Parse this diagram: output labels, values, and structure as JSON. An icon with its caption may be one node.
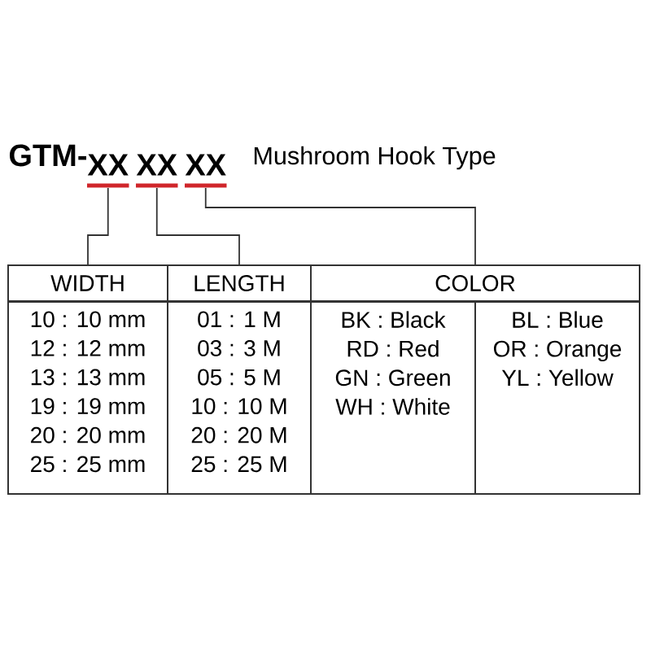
{
  "diagram": {
    "nodes": [
      {
        "text": [
          "XX"
        ]
      },
      {
        "text": [
          "XX"
        ]
      },
      {
        "text": [
          "XX"
        ]
      },
      {
        "text": [
          "WIDTH"
        ]
      },
      {
        "text": [
          "LENGTH"
        ]
      },
      {
        "text": [
          "COLOR"
        ]
      },
      {
        "text": [
          "10 : 10 mm",
          "12 : 12 mm",
          "13 : 13 mm",
          "19 : 19 mm",
          "20 : 20 mm",
          "25 : 25 mm"
        ]
      },
      {
        "text": [
          "01 : 1 M",
          "03 : 3 M",
          "05 : 5 M",
          "10 : 10 M",
          "20 : 20 M",
          "25 : 25 M"
        ]
      },
      {
        "text": [
          "BK : Black",
          "RD : Red",
          "GN : Green",
          "WH : White"
        ]
      },
      {
        "text": [
          "BL : Blue",
          "OR : Orange",
          "YL : Yellow"
        ]
      }
    ],
    "edges": [
      {
        "from": 0,
        "to": 3,
        "arrow": "none"
      },
      {
        "from": 1,
        "to": 4,
        "arrow": "none"
      },
      {
        "from": 2,
        "to": 5,
        "arrow": "none"
      }
    ],
    "labels": [
      "GTM-",
      "Mushroom Hook Type"
    ]
  }
}
